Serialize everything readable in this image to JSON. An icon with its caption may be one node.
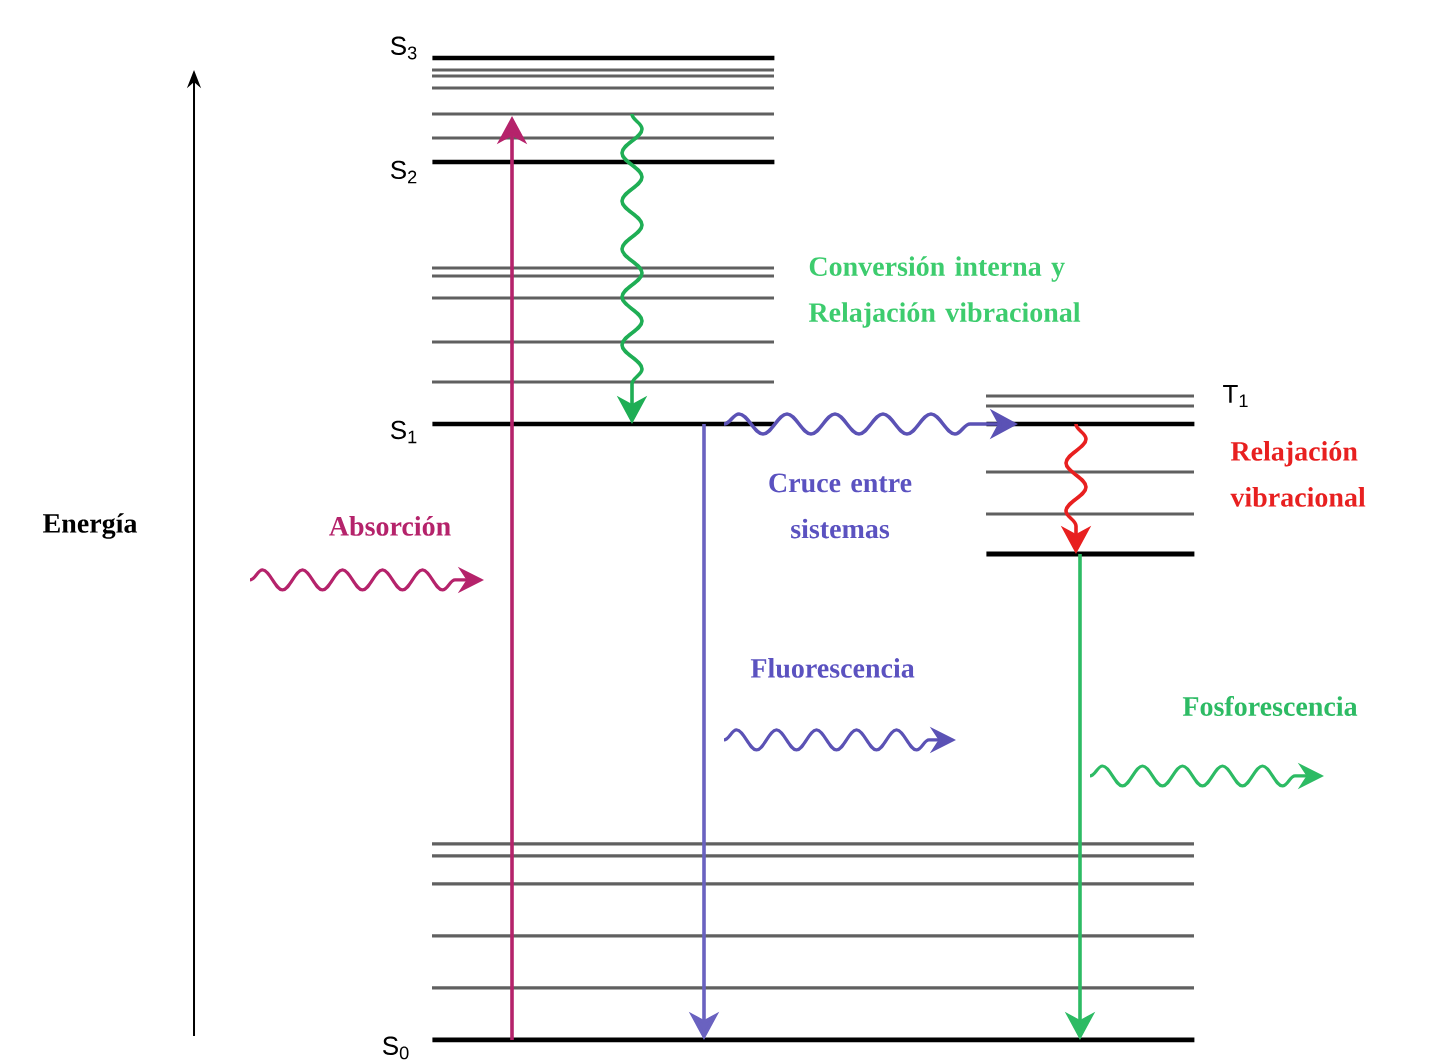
{
  "diagram": {
    "nodes": [
      {
        "text": [],
        "shape": "bar",
        "beside": [
          "S$_{3}$"
        ]
      },
      {
        "text": [],
        "shape": "bar",
        "beside": [
          "S$_{2}$"
        ]
      },
      {
        "text": [],
        "shape": "bar",
        "beside": [
          "S$_{1}$"
        ]
      },
      {
        "text": [],
        "shape": "bar",
        "beside": [
          "T$_{1}$"
        ]
      },
      {
        "text": [],
        "shape": "bar"
      },
      {
        "text": [],
        "shape": "bar",
        "beside": [
          "S$_{0}$"
        ]
      }
    ],
    "edges": [
      {
        "from": 5,
        "to": 1,
        "arrow": "to",
        "color": "#b5236b"
      },
      {
        "from": 1,
        "to": 2,
        "arrow": "to",
        "color": "#1fae55"
      },
      {
        "from": 2,
        "to": 3,
        "arrow": "to",
        "color": "#5b52b5"
      },
      {
        "from": 3,
        "to": 4,
        "arrow": "to",
        "color": "#e82020"
      },
      {
        "from": 2,
        "to": 5,
        "arrow": "to",
        "color": "#6a62c0"
      },
      {
        "from": 4,
        "to": 5,
        "arrow": "to",
        "color": "#2dbb64"
      }
    ],
    "labels": [
      "Energía",
      "Absorción",
      "Conversión interna y Relajación vibracional",
      "Cruce entre sistemas",
      "Relajación vibracional",
      "Fluorescencia",
      "Fosforescencia"
    ]
  }
}
